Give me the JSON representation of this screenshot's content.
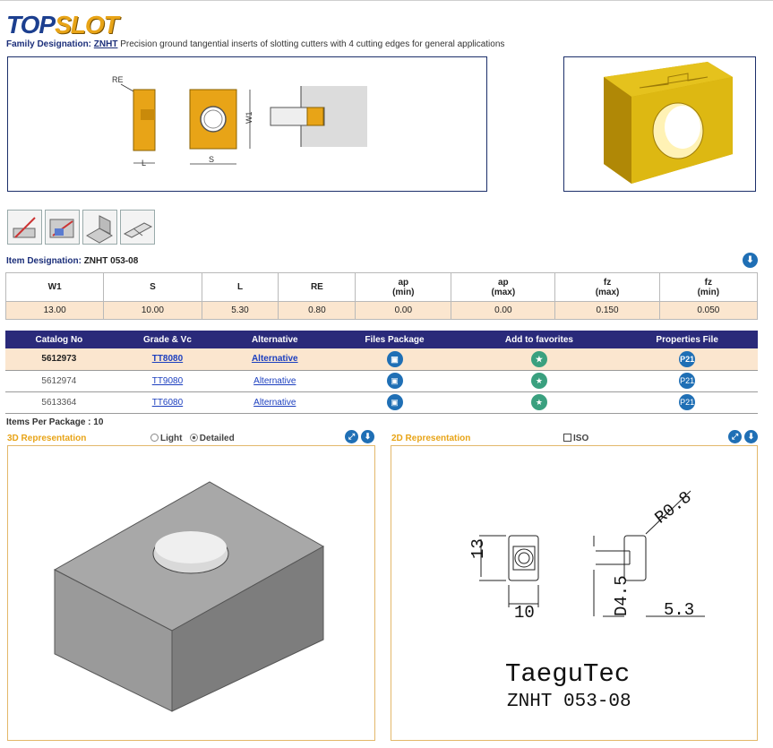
{
  "header": {
    "logo_top": "TOP",
    "logo_slot": "SLOT",
    "family_label": "Family Designation:",
    "family_code": "ZNHT",
    "family_desc": "Precision ground tangential inserts of slotting cutters with 4 cutting edges for general applications"
  },
  "drawing_labels": {
    "re": "RE",
    "l": "L",
    "s": "S",
    "w1": "W1"
  },
  "item": {
    "label": "Item Designation:",
    "value": "ZNHT 053-08"
  },
  "dimensions": {
    "headers": [
      {
        "a": "W1",
        "b": ""
      },
      {
        "a": "S",
        "b": ""
      },
      {
        "a": "L",
        "b": ""
      },
      {
        "a": "RE",
        "b": ""
      },
      {
        "a": "ap",
        "b": "(min)"
      },
      {
        "a": "ap",
        "b": "(max)"
      },
      {
        "a": "fz",
        "b": "(max)"
      },
      {
        "a": "fz",
        "b": "(min)"
      }
    ],
    "values": [
      "13.00",
      "10.00",
      "5.30",
      "0.80",
      "0.00",
      "0.00",
      "0.150",
      "0.050"
    ]
  },
  "catalog": {
    "headers": [
      "Catalog No",
      "Grade & Vc",
      "Alternative",
      "Files Package",
      "Add to favorites",
      "Properties File"
    ],
    "rows": [
      {
        "catalog_no": "5612973",
        "grade": "TT8080",
        "alternative": "Alternative",
        "props": "P21"
      },
      {
        "catalog_no": "5612974",
        "grade": "TT9080",
        "alternative": "Alternative",
        "props": "P21"
      },
      {
        "catalog_no": "5613364",
        "grade": "TT6080",
        "alternative": "Alternative",
        "props": "P21"
      }
    ]
  },
  "items_per_package": "Items Per Package : 10",
  "rep3d": {
    "title": "3D Representation",
    "light": "Light",
    "detailed": "Detailed",
    "selected": "Detailed"
  },
  "rep2d": {
    "title": "2D Representation",
    "iso": "ISO",
    "dim_13": "13",
    "dim_10": "10",
    "dim_r08": "R0.8",
    "dim_d45": "D4.5",
    "dim_53": "5.3",
    "brand": "TaeguTec",
    "code": "ZNHT 053-08"
  },
  "colors": {
    "navy": "#2a2a7a",
    "accent": "#e8a417",
    "row_highlight": "#fbe6cf",
    "icon_blue": "#1f6fb5"
  }
}
